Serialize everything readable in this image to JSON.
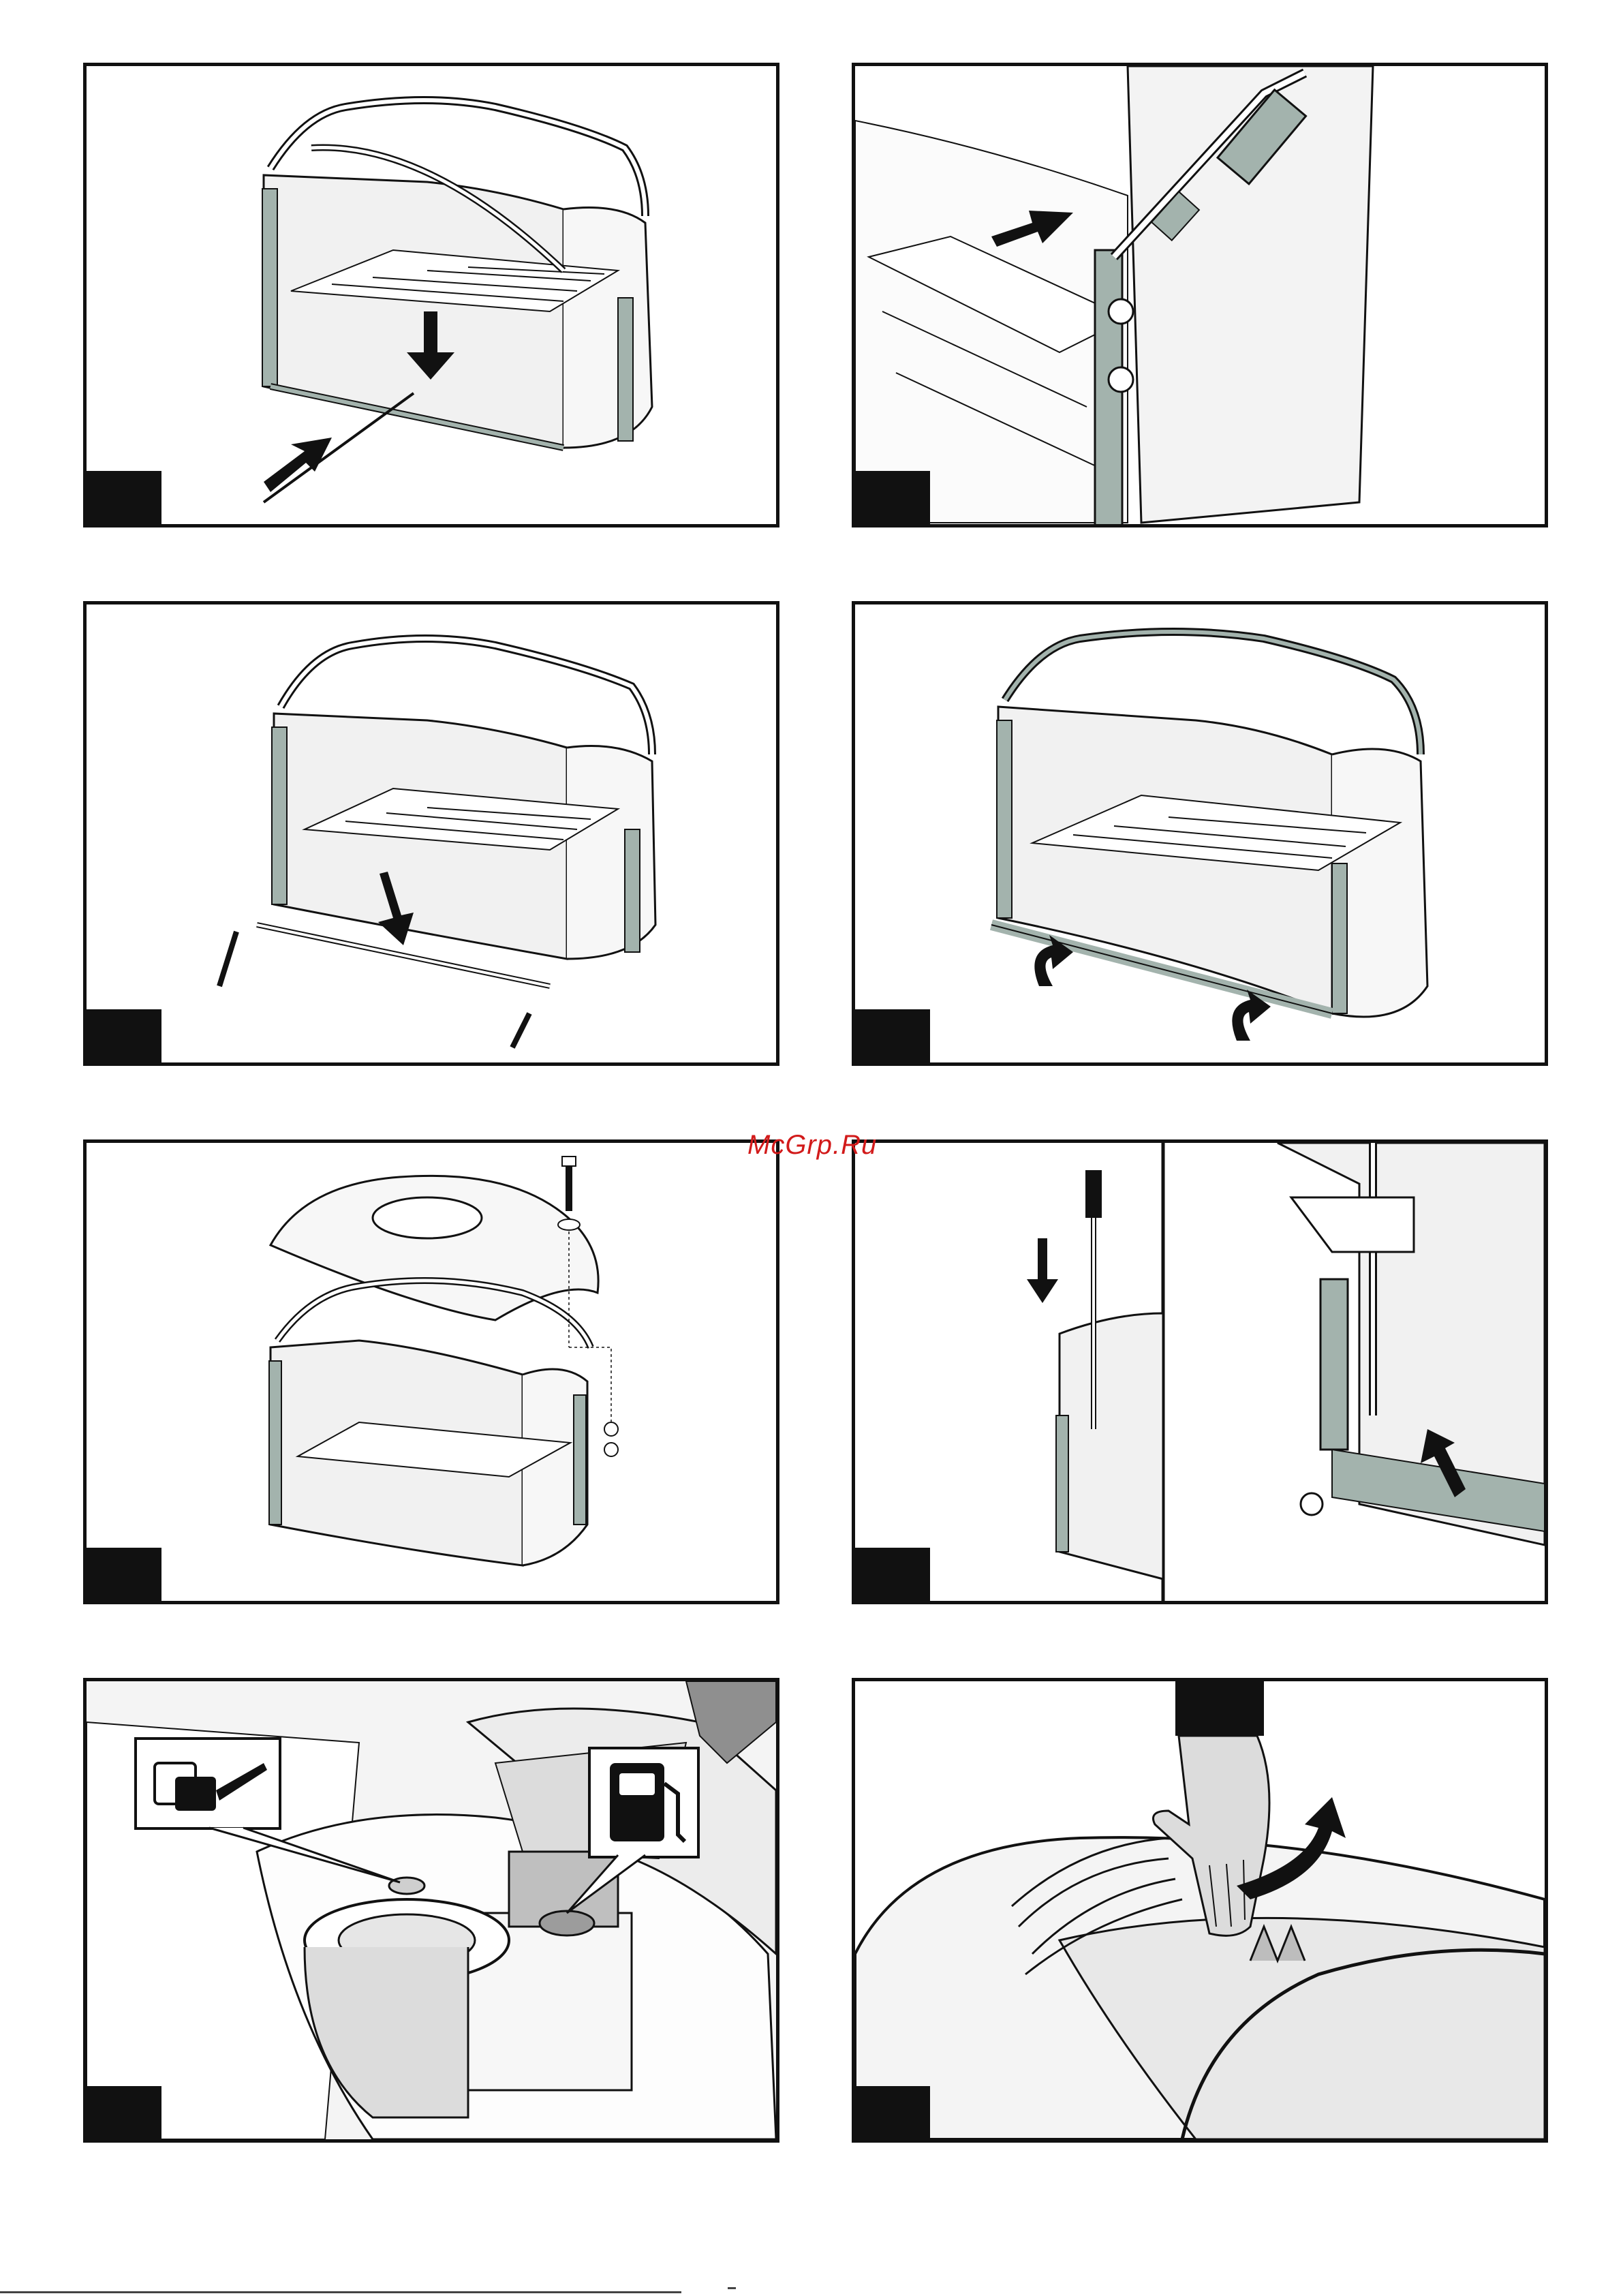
{
  "watermark": {
    "text": "McGrp.Ru",
    "color": "#d21a1a"
  },
  "panels": [
    {
      "id": 1,
      "scene": "grass-bag-frame-rod-insert"
    },
    {
      "id": 2,
      "scene": "frame-clip-attachment"
    },
    {
      "id": 3,
      "scene": "frame-bottom-bar-screws"
    },
    {
      "id": 4,
      "scene": "fabric-hem-pull-over"
    },
    {
      "id": 5,
      "scene": "cover-mount-bolt-nut"
    },
    {
      "id": 6,
      "scene": "handle-insert-side-detail"
    },
    {
      "id": 7,
      "scene": "oil-and-fuel-filler"
    },
    {
      "id": 8,
      "scene": "lift-rear-flap"
    }
  ],
  "icons": {
    "oil": "oil-can-icon",
    "fuel": "fuel-pump-icon"
  },
  "colors": {
    "frame_sleeve": "#a3b3ad",
    "bag_fill": "#f1f1f1",
    "ink": "#111111",
    "hand": "#dcdcdc"
  }
}
